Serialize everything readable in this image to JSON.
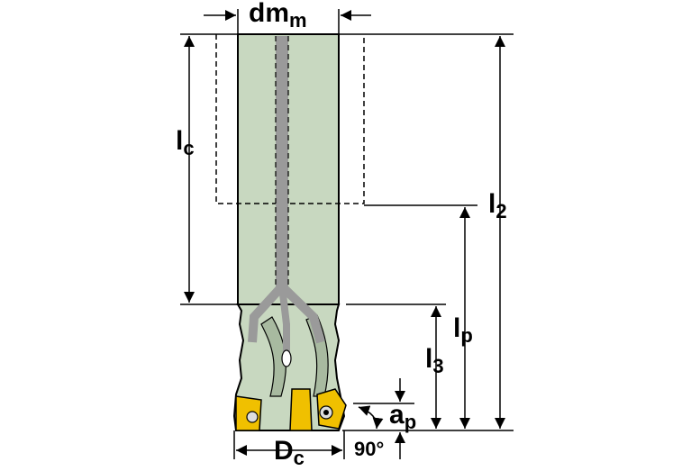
{
  "labels": {
    "dm": {
      "main": "dm",
      "sub": "m"
    },
    "lc": {
      "main": "l",
      "sub": "c"
    },
    "l2": {
      "main": "l",
      "sub": "2"
    },
    "lp": {
      "main": "l",
      "sub": "p"
    },
    "l3": {
      "main": "l",
      "sub": "3"
    },
    "ap": {
      "main": "a",
      "sub": "p"
    },
    "dc": {
      "main": "D",
      "sub": "c"
    },
    "angle": "90°"
  },
  "colors": {
    "body": "#c8d8c0",
    "body_shade": "#a8baa0",
    "coolant": "#9a9a9a",
    "insert": "#f0c000",
    "outline": "#000000"
  }
}
